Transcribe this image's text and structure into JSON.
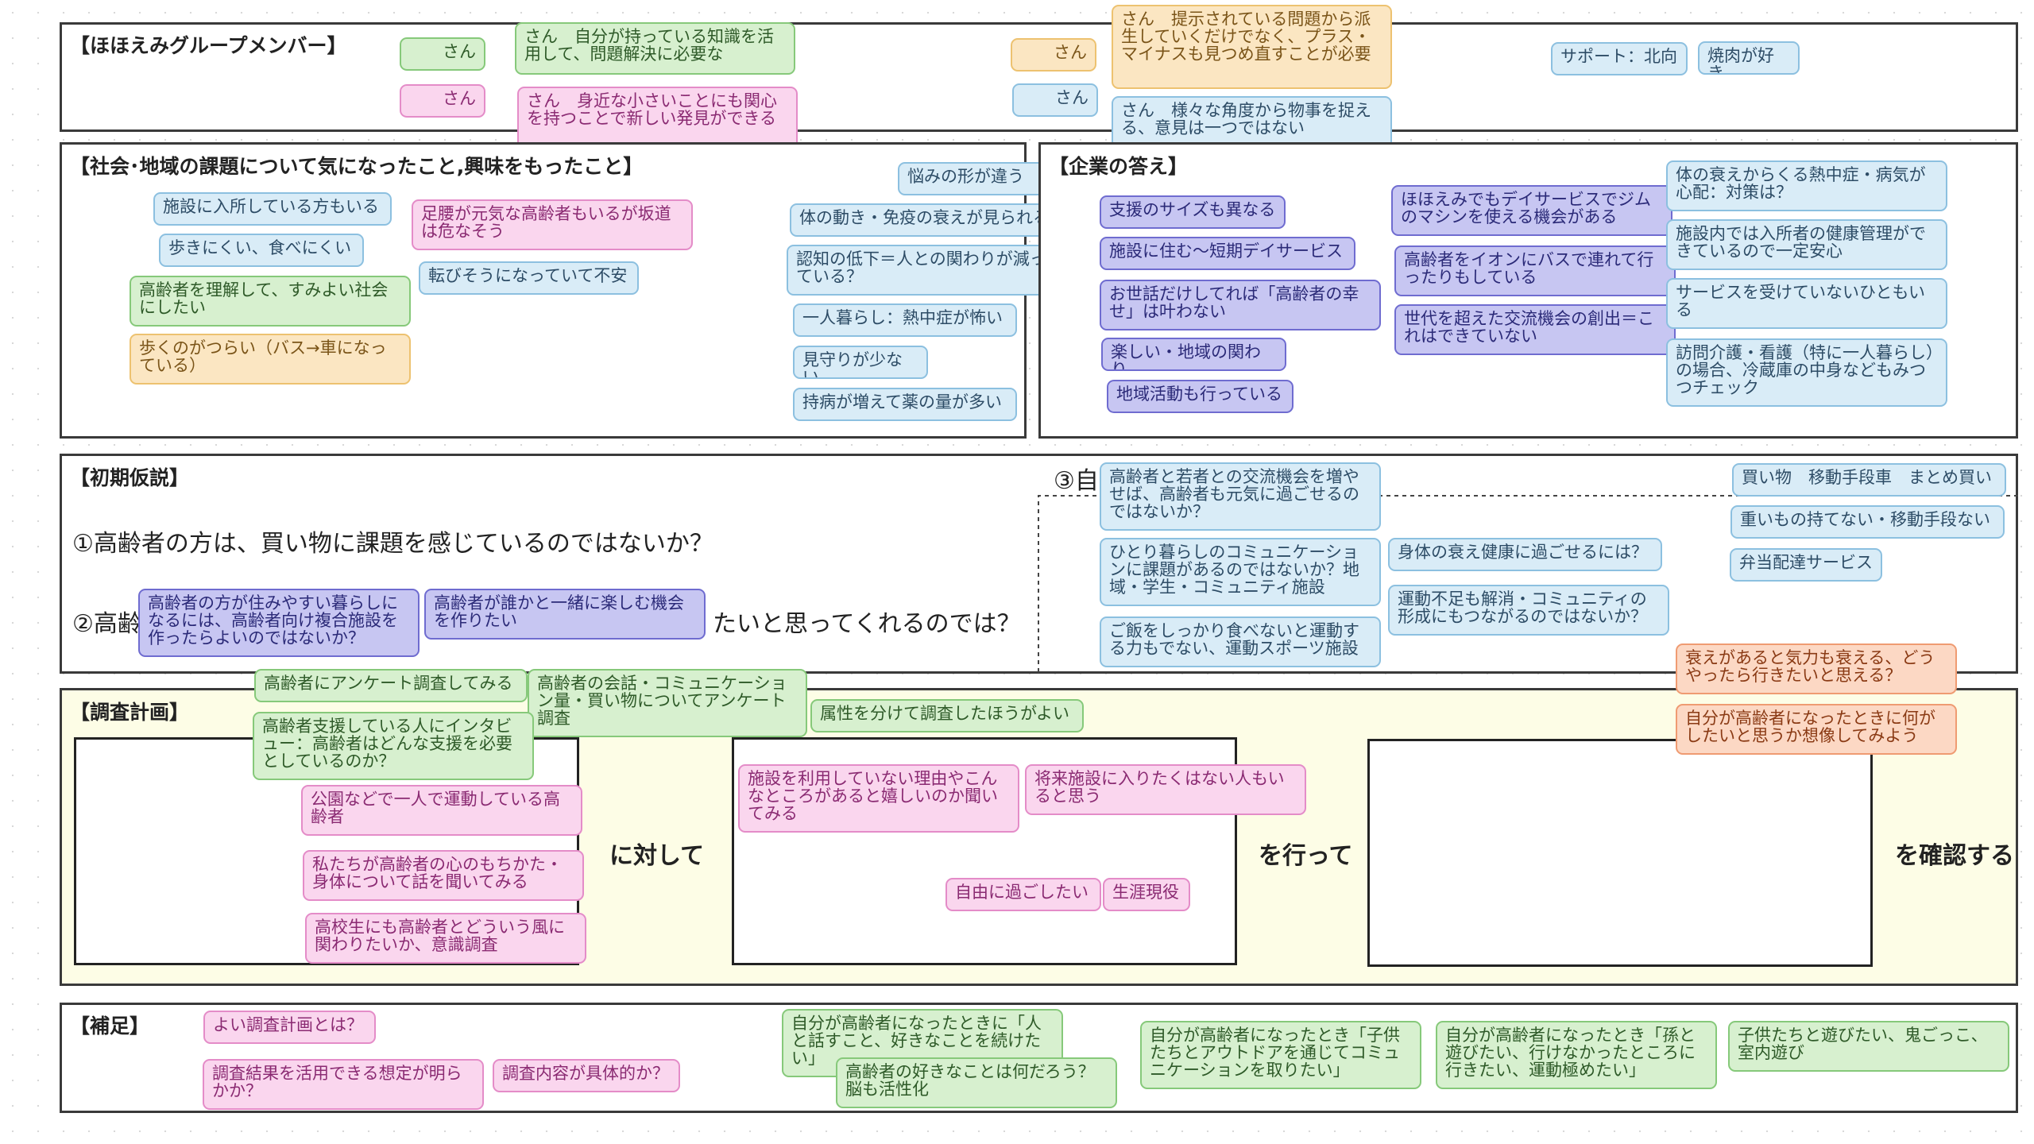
{
  "sections": {
    "members": "【ほほえみグループメンバー】",
    "issues": "【社会･地域の課題について気になったこと,興味をもったこと】",
    "company": "【企業の答え】",
    "hypothesis": "【初期仮説】",
    "plan": "【調査計画】",
    "supplement": "【補足】"
  },
  "members": [
    {
      "text": "さん",
      "color": "green"
    },
    {
      "text": "さん　自分が持っている知識を活用して、問題解決に必要な",
      "color": "green"
    },
    {
      "text": "さん",
      "color": "pink"
    },
    {
      "text": "さん　身近な小さいことにも関心を持つことで新しい発見ができる",
      "color": "pink"
    },
    {
      "text": "さん",
      "color": "orange"
    },
    {
      "text": "さん　提示されている問題から派生していくだけでなく、プラス・マイナスも見つめ直すことが必要",
      "color": "orange"
    },
    {
      "text": "さん",
      "color": "blue"
    },
    {
      "text": "さん　様々な角度から物事を捉える、意見は一つではない",
      "color": "blue"
    },
    {
      "text": "サポート：北向",
      "color": "blue"
    },
    {
      "text": "焼肉が好き",
      "color": "blue"
    }
  ],
  "issues": [
    {
      "text": "施設に入所している方もいる",
      "color": "blue"
    },
    {
      "text": "歩きにくい、食べにくい",
      "color": "blue"
    },
    {
      "text": "高齢者を理解して、すみよい社会にしたい",
      "color": "green"
    },
    {
      "text": "歩くのがつらい（バス→車になっている）",
      "color": "orange"
    },
    {
      "text": "足腰が元気な高齢者もいるが坂道は危なそう",
      "color": "pink"
    },
    {
      "text": "転びそうになっていて不安",
      "color": "blue"
    },
    {
      "text": "悩みの形が違う",
      "color": "blue"
    },
    {
      "text": "体の動き・免疫の衰えが見られる",
      "color": "blue"
    },
    {
      "text": "認知の低下＝人との関わりが減っている？",
      "color": "blue"
    },
    {
      "text": "一人暮らし：熱中症が怖い",
      "color": "blue"
    },
    {
      "text": "見守りが少ない",
      "color": "blue"
    },
    {
      "text": "持病が増えて薬の量が多い",
      "color": "blue"
    }
  ],
  "company": [
    {
      "text": "支援のサイズも異なる",
      "color": "purple"
    },
    {
      "text": "施設に住む〜短期デイサービス",
      "color": "purple"
    },
    {
      "text": "お世話だけしてれば「高齢者の幸せ」は叶わない",
      "color": "purple"
    },
    {
      "text": "楽しい・地域の関わり",
      "color": "purple"
    },
    {
      "text": "地域活動も行っている",
      "color": "purple"
    },
    {
      "text": "ほほえみでもデイサービスでジムのマシンを使える機会がある",
      "color": "purple"
    },
    {
      "text": "高齢者をイオンにバスで連れて行ったりもしている",
      "color": "purple"
    },
    {
      "text": "世代を超えた交流機会の創出＝これはできていない",
      "color": "purple"
    },
    {
      "text": "体の衰えからくる熱中症・病気が心配：対策は？",
      "color": "blue"
    },
    {
      "text": "施設内では入所者の健康管理ができているので一定安心",
      "color": "blue"
    },
    {
      "text": "サービスを受けていないひともいる",
      "color": "blue"
    },
    {
      "text": "訪問介護・看護（特に一人暮らし）の場合、冷蔵庫の中身などもみつつチェック",
      "color": "blue"
    }
  ],
  "hypothesis": {
    "h1": "①高齢者の方は、買い物に課題を感じているのではないか？",
    "h2a": "②高齢",
    "h2b": "たいと思ってくれるのでは？",
    "h3": "③自",
    "notes": [
      {
        "text": "高齢者の方が住みやすい暮らしになるには、高齢者向け複合施設を作ったらよいのではないか？",
        "color": "purple"
      },
      {
        "text": "高齢者が誰かと一緒に楽しむ機会を作りたい",
        "color": "purple"
      },
      {
        "text": "高齢者と若者との交流機会を増やせば、高齢者も元気に過ごせるのではないか？",
        "color": "blue"
      },
      {
        "text": "ひとり暮らしのコミュニケーションに課題があるのではないか？地域・学生・コミュニティ施設",
        "color": "blue"
      },
      {
        "text": "ご飯をしっかり食べないと運動する力もでない、運動スポーツ施設",
        "color": "blue"
      },
      {
        "text": "身体の衰え健康に過ごせるには？",
        "color": "blue"
      },
      {
        "text": "運動不足も解消・コミュニティの形成にもつながるのではないか？",
        "color": "blue"
      },
      {
        "text": "買い物　移動手段車　まとめ買い",
        "color": "blue"
      },
      {
        "text": "重いもの持てない・移動手段ない",
        "color": "blue"
      },
      {
        "text": "弁当配達サービス",
        "color": "blue"
      }
    ]
  },
  "plan": {
    "label1": "に対して",
    "label2": "を行って",
    "label3": "を確認する",
    "notes": [
      {
        "text": "高齢者にアンケート調査してみる",
        "color": "green"
      },
      {
        "text": "高齢者の会話・コミュニケーション量・買い物についてアンケート調査",
        "color": "green"
      },
      {
        "text": "属性を分けて調査したほうがよい",
        "color": "green"
      },
      {
        "text": "高齢者支援している人にインタビュー：高齢者はどんな支援を必要としているのか？",
        "color": "green"
      },
      {
        "text": "公園などで一人で運動している高齢者",
        "color": "pink"
      },
      {
        "text": "私たちが高齢者の心のもちかた・身体について話を聞いてみる",
        "color": "pink"
      },
      {
        "text": "高校生にも高齢者とどういう風に関わりたいか、意識調査",
        "color": "pink"
      },
      {
        "text": "施設を利用していない理由やこんなところがあると嬉しいのか聞いてみる",
        "color": "pink"
      },
      {
        "text": "将来施設に入りたくはない人もいると思う",
        "color": "pink"
      },
      {
        "text": "自由に過ごしたい",
        "color": "pink"
      },
      {
        "text": "生涯現役",
        "color": "pink"
      },
      {
        "text": "衰えがあると気力も衰える、どうやったら行きたいと思える？",
        "color": "salmon"
      },
      {
        "text": "自分が高齢者になったときに何がしたいと思うか想像してみよう",
        "color": "salmon"
      }
    ]
  },
  "supplement": [
    {
      "text": "よい調査計画とは？",
      "color": "pink"
    },
    {
      "text": "調査結果を活用できる想定が明らかか？",
      "color": "pink"
    },
    {
      "text": "調査内容が具体的か？",
      "color": "pink"
    },
    {
      "text": "自分が高齢者になったときに「人と話すこと、好きなことを続けたい」",
      "color": "green"
    },
    {
      "text": "高齢者の好きなことは何だろう？脳も活性化",
      "color": "green"
    },
    {
      "text": "自分が高齢者になったとき「子供たちとアウトドアを通じてコミュニケーションを取りたい」",
      "color": "green"
    },
    {
      "text": "自分が高齢者になったとき「孫と遊びたい、行けなかったところに行きたい、運動極めたい」",
      "color": "green"
    },
    {
      "text": "子供たちと遊びたい、鬼ごっこ、室内遊び",
      "color": "green"
    }
  ]
}
